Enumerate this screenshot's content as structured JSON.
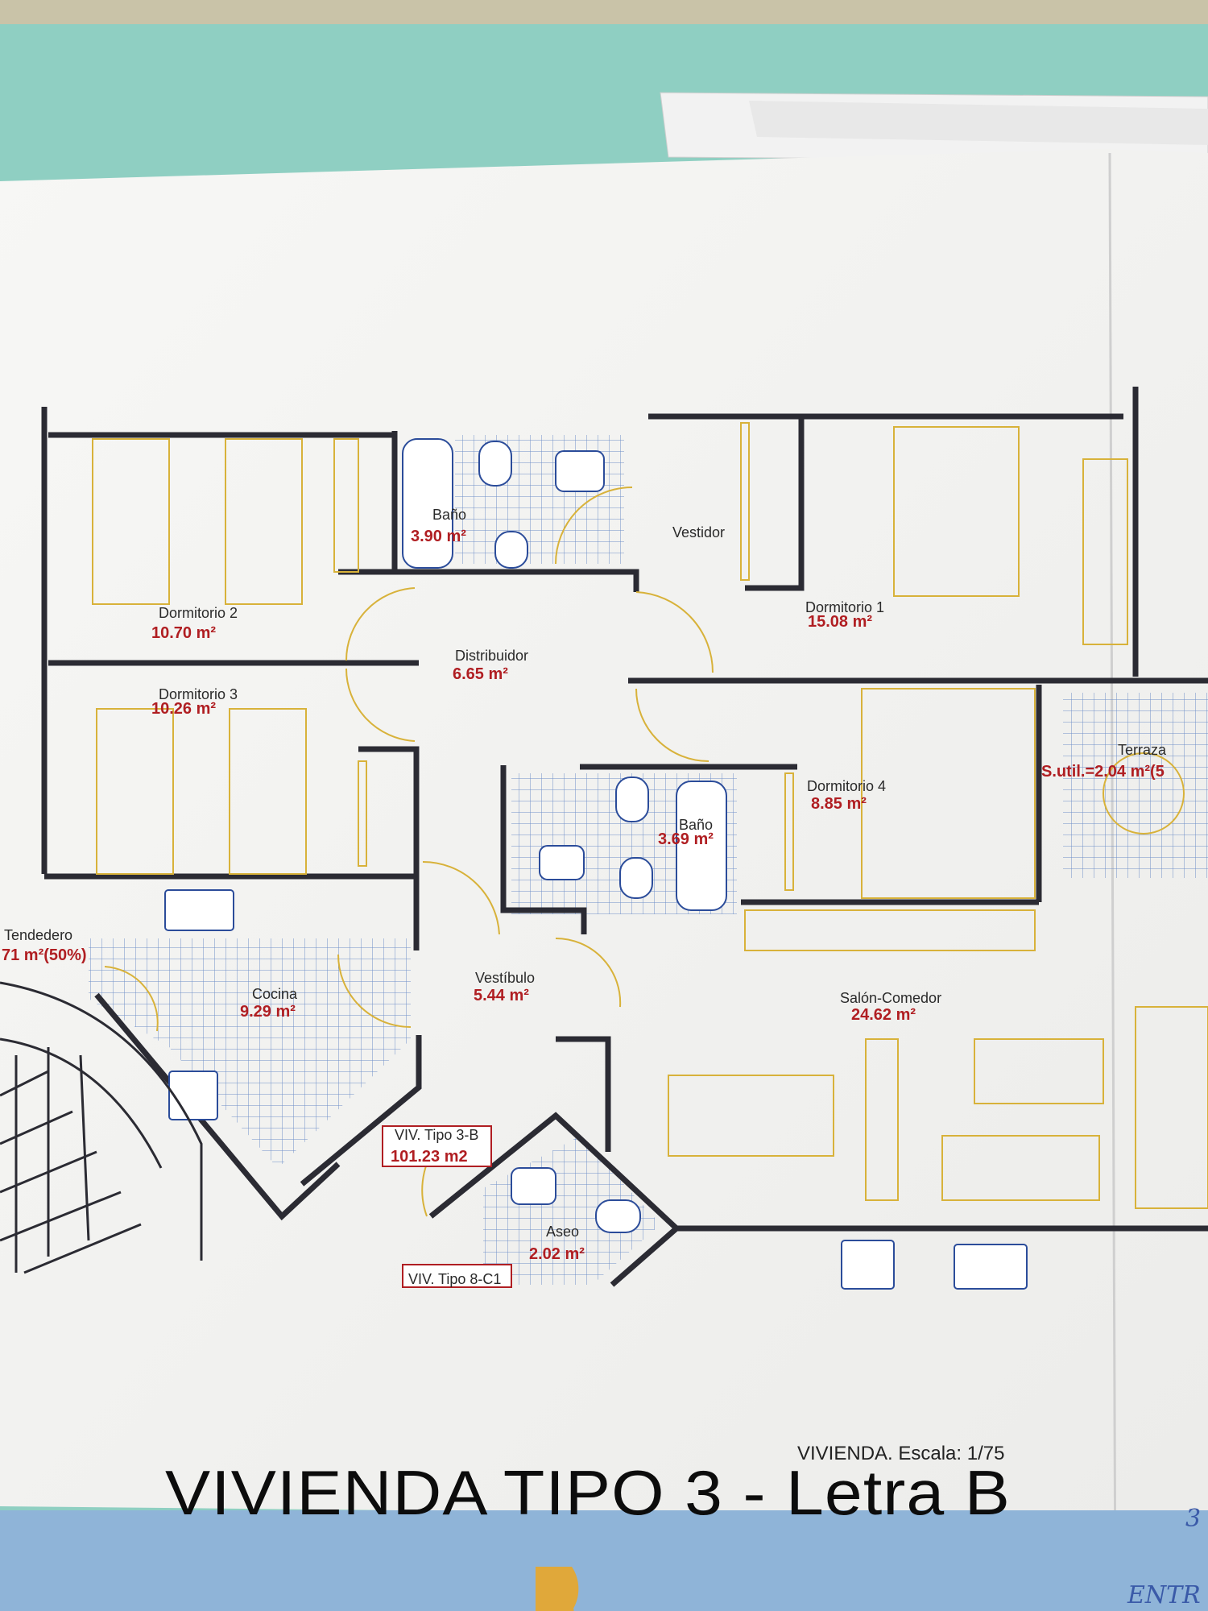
{
  "plan": {
    "title": "VIVIENDA TIPO 3 - Letra B",
    "scale_label": "VIVIENDA. Escala: 1/75",
    "unit_box": {
      "name": "VIV. Tipo 3-B",
      "area": "101.23 m2"
    },
    "neighbor_box": "VIV. Tipo 8-C1",
    "handwritten_note": "ENTR",
    "page_edge_digit": "3",
    "blue_letter_fragment": "D"
  },
  "rooms": [
    {
      "name": "Baño",
      "area": "3.90 m²"
    },
    {
      "name": "Vestidor",
      "area": ""
    },
    {
      "name": "Dormitorio 2",
      "area": "10.70 m²"
    },
    {
      "name": "Dormitorio 1",
      "area": "15.08 m²"
    },
    {
      "name": "Distribuidor",
      "area": "6.65 m²"
    },
    {
      "name": "Dormitorio 3",
      "area": "10.26 m²"
    },
    {
      "name": "Terraza",
      "area": "S.util.=2.04 m²(5"
    },
    {
      "name": "Dormitorio 4",
      "area": "8.85 m²"
    },
    {
      "name": "Baño",
      "area": "3.69 m²"
    },
    {
      "name": "Tendedero",
      "area": "71 m²(50%)"
    },
    {
      "name": "Cocina",
      "area": "9.29 m²"
    },
    {
      "name": "Vestíbulo",
      "area": "5.44 m²"
    },
    {
      "name": "Salón-Comedor",
      "area": "24.62 m²"
    },
    {
      "name": "Aseo",
      "area": "2.02 m²"
    }
  ],
  "colors": {
    "background_folder": "#8fcfc2",
    "paper": "#f4f4f2",
    "wall": "#2b2b33",
    "furniture": "#d8b23a",
    "tile": "#6f8fc8",
    "area_text": "#b01e22"
  }
}
